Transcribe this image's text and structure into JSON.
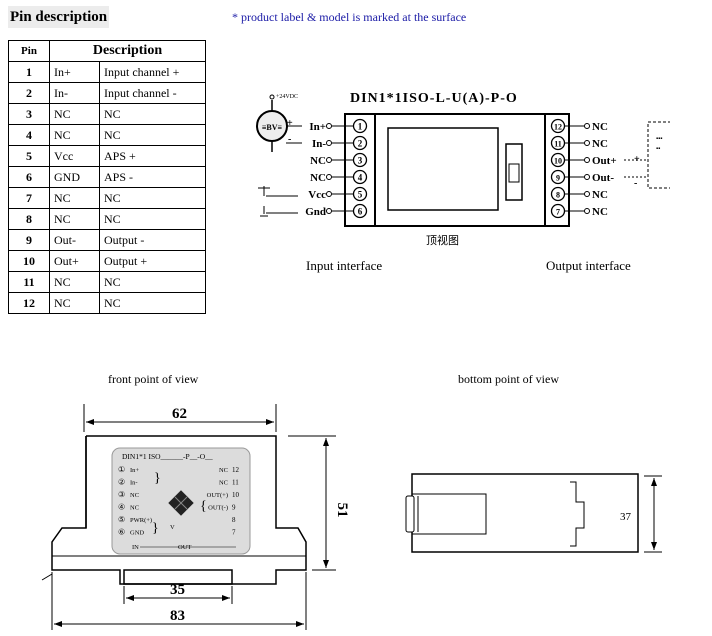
{
  "header": {
    "title": "Pin description",
    "note": "* product label & model is marked at the surface"
  },
  "pin_table": {
    "headers": [
      "Pin",
      "Description"
    ],
    "rows": [
      {
        "pin": "1",
        "name": "In+",
        "desc": "Input channel +"
      },
      {
        "pin": "2",
        "name": "In-",
        "desc": "Input channel -"
      },
      {
        "pin": "3",
        "name": "NC",
        "desc": "NC"
      },
      {
        "pin": "4",
        "name": "NC",
        "desc": "NC"
      },
      {
        "pin": "5",
        "name": "Vcc",
        "desc": "APS +"
      },
      {
        "pin": "6",
        "name": "GND",
        "desc": "APS -"
      },
      {
        "pin": "7",
        "name": "NC",
        "desc": "NC"
      },
      {
        "pin": "8",
        "name": "NC",
        "desc": "NC"
      },
      {
        "pin": "9",
        "name": "Out-",
        "desc": "Output -"
      },
      {
        "pin": "10",
        "name": "Out+",
        "desc": "Output +"
      },
      {
        "pin": "11",
        "name": "NC",
        "desc": "NC"
      },
      {
        "pin": "12",
        "name": "NC",
        "desc": "NC"
      }
    ]
  },
  "wiring": {
    "model": "DIN1*1ISO-L-U(A)-P-O",
    "supply_label": "+24VDC",
    "left_pins": [
      {
        "num": "1",
        "label": "In+"
      },
      {
        "num": "2",
        "label": "In-"
      },
      {
        "num": "3",
        "label": "NC"
      },
      {
        "num": "4",
        "label": "NC"
      },
      {
        "num": "5",
        "label": "Vcc"
      },
      {
        "num": "6",
        "label": "Gnd"
      }
    ],
    "right_pins": [
      {
        "num": "12",
        "label": "NC"
      },
      {
        "num": "11",
        "label": "NC"
      },
      {
        "num": "10",
        "label": "Out+"
      },
      {
        "num": "9",
        "label": "Out-"
      },
      {
        "num": "8",
        "label": "NC"
      },
      {
        "num": "7",
        "label": "NC"
      }
    ],
    "top_view_caption": "顶视图",
    "input_caption": "Input interface",
    "output_caption": "Output interface"
  },
  "front_view": {
    "caption": "front point of view",
    "dim_top": "62",
    "dim_side": "51",
    "dim_rail": "35",
    "dim_bottom": "83",
    "label_title": "DIN1*1 ISO______-P__-O__",
    "label_left": [
      "In+",
      "In-",
      "NC",
      "NC",
      "PWR(+)",
      "GND"
    ],
    "label_right": [
      "NC",
      "NC",
      "OUT(+)",
      "OUT(-)",
      "",
      ""
    ],
    "label_right_nums": [
      "12",
      "11",
      "10",
      "9",
      "8",
      "7"
    ],
    "label_v": "V",
    "label_in": "IN",
    "label_out": "OUT"
  },
  "bottom_view": {
    "caption": "bottom point of view",
    "dim_side": "37"
  }
}
